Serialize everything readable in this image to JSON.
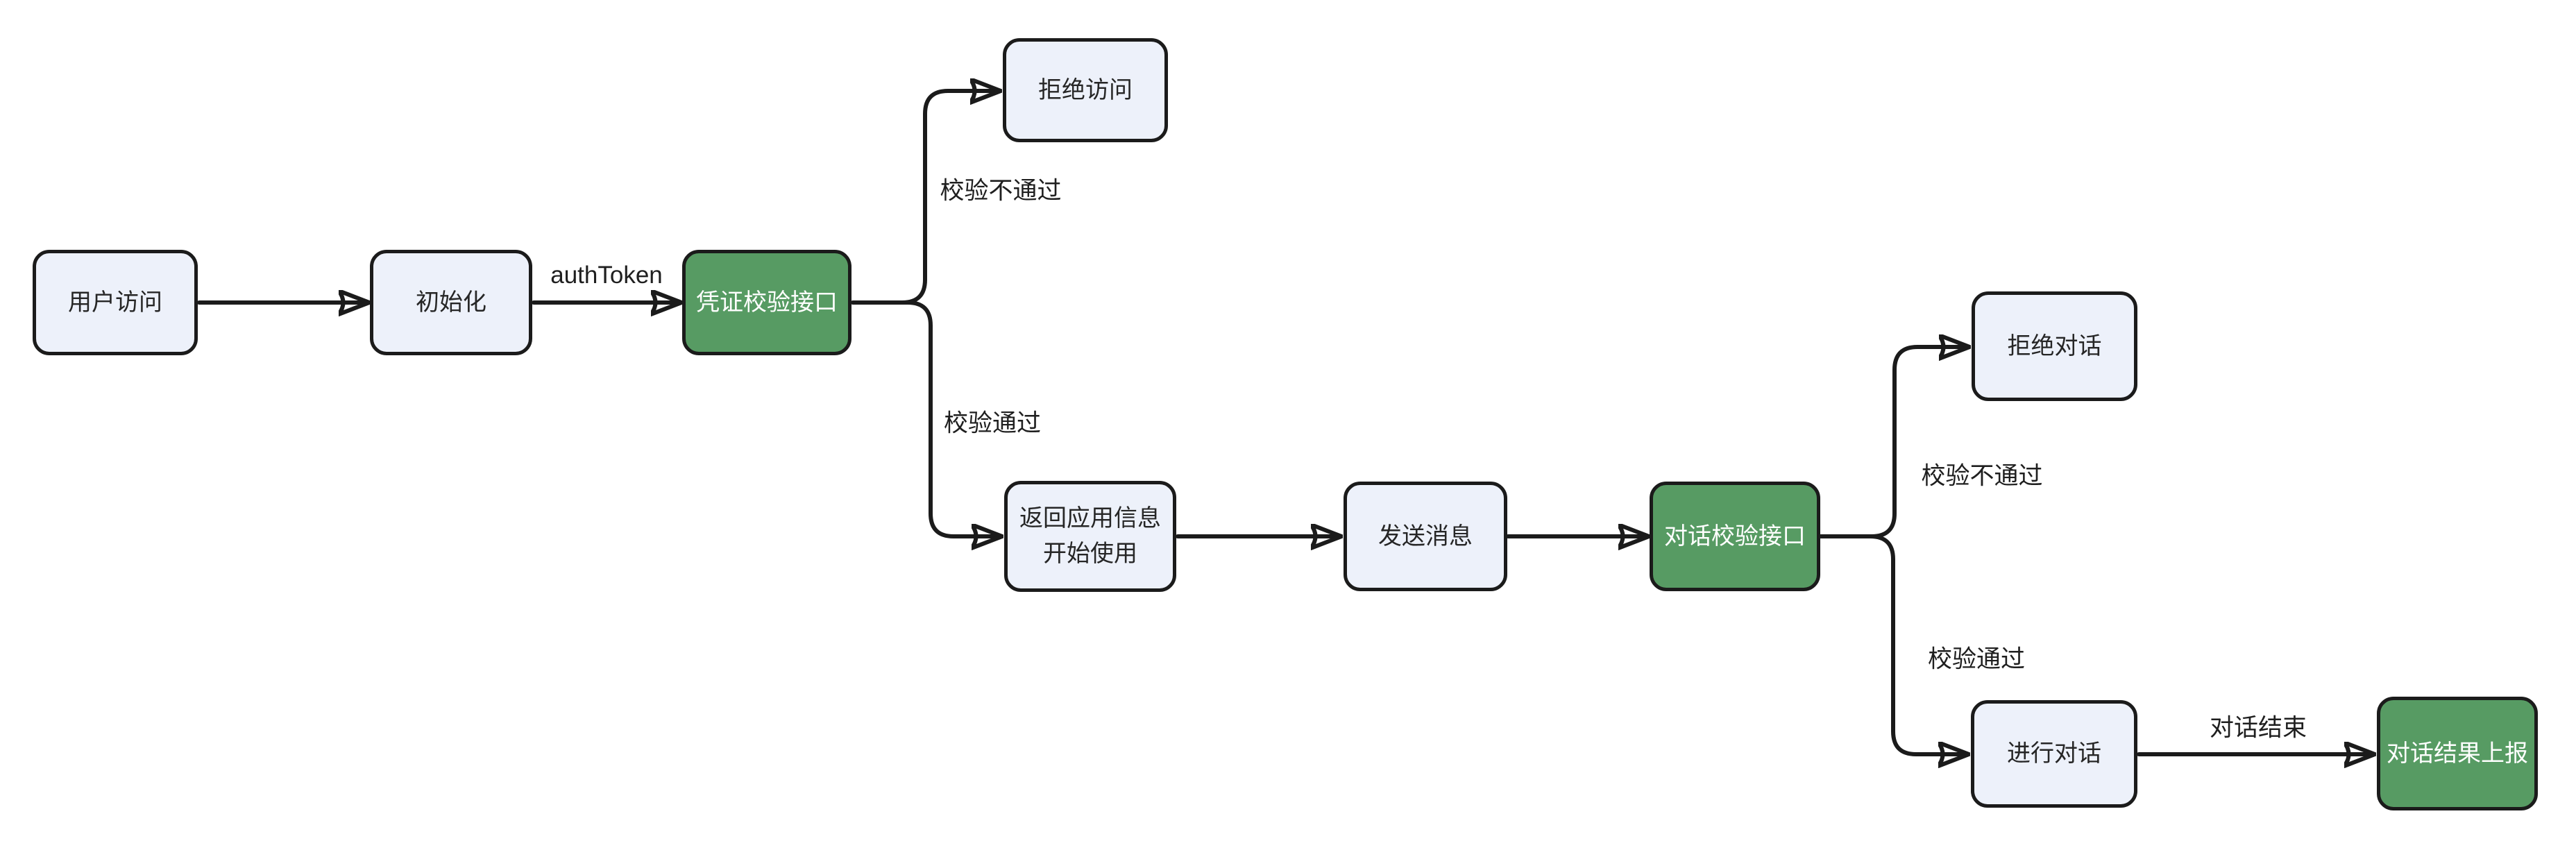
{
  "diagram": {
    "title": "",
    "colors": {
      "background": "#ffffff",
      "node_fill": "#edf1fa",
      "node_border": "#1b1b1b",
      "node_text": "#262626",
      "accent_fill": "#579b63",
      "accent_text": "#ffffff",
      "edge": "#1b1b1b",
      "label_text": "#1f1f1f"
    },
    "nodes": [
      {
        "id": "user-visit",
        "label": "用户访问",
        "style": "default"
      },
      {
        "id": "init",
        "label": "初始化",
        "style": "default"
      },
      {
        "id": "credential-check-api",
        "label": "凭证校验接口",
        "style": "accent"
      },
      {
        "id": "deny-access",
        "label": "拒绝访问",
        "style": "default"
      },
      {
        "id": "return-app-info",
        "label": "返回应用信息\n开始使用",
        "style": "default"
      },
      {
        "id": "send-message",
        "label": "发送消息",
        "style": "default"
      },
      {
        "id": "dialog-check-api",
        "label": "对话校验接口",
        "style": "accent"
      },
      {
        "id": "deny-dialog",
        "label": "拒绝对话",
        "style": "default"
      },
      {
        "id": "do-dialog",
        "label": "进行对话",
        "style": "default"
      },
      {
        "id": "dialog-result-report",
        "label": "对话结果上报",
        "style": "accent"
      }
    ],
    "edges": [
      {
        "from": "user-visit",
        "to": "init",
        "label": ""
      },
      {
        "from": "init",
        "to": "credential-check-api",
        "label": "authToken"
      },
      {
        "from": "credential-check-api",
        "to": "deny-access",
        "label": "校验不通过"
      },
      {
        "from": "credential-check-api",
        "to": "return-app-info",
        "label": "校验通过"
      },
      {
        "from": "return-app-info",
        "to": "send-message",
        "label": ""
      },
      {
        "from": "send-message",
        "to": "dialog-check-api",
        "label": ""
      },
      {
        "from": "dialog-check-api",
        "to": "deny-dialog",
        "label": "校验不通过"
      },
      {
        "from": "dialog-check-api",
        "to": "do-dialog",
        "label": "校验通过"
      },
      {
        "from": "do-dialog",
        "to": "dialog-result-report",
        "label": "对话结束"
      }
    ]
  }
}
